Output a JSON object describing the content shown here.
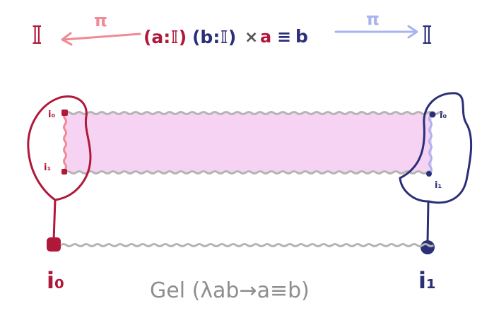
{
  "colors": {
    "red": "#b0183a",
    "red_light": "#f08a96",
    "navy": "#2b2f78",
    "navy_light": "#a9b3ef",
    "pink_fill": "#f7d3f3",
    "gray": "#b4b4b4",
    "gray_text": "#8e8e8e"
  },
  "header": {
    "left_type": "𝕀",
    "left_proj": "π",
    "formula_a_open": "(a:𝕀)",
    "formula_b": "(b:𝕀)",
    "formula_times": "×",
    "formula_a": "a",
    "formula_eq": "≡",
    "formula_b_end": "b",
    "right_proj": "π",
    "right_type": "𝕀"
  },
  "left_blob": {
    "top_label": "i₀",
    "bottom_label": "i₁",
    "base_label": "i₀"
  },
  "right_blob": {
    "top_label": "i₀",
    "bottom_label": "i₁",
    "base_label": "i₁"
  },
  "caption": "Gel (λab→a≡b)"
}
